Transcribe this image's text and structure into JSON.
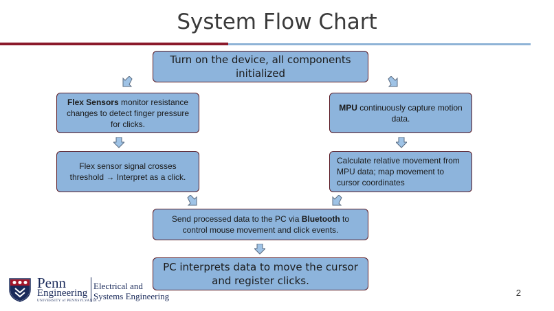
{
  "title": "System Flow Chart",
  "nodes": {
    "start": "Turn on the device, all components initialized",
    "flex": {
      "bold": "Flex Sensors",
      "text": " monitor resistance changes to detect finger pressure for clicks."
    },
    "mpu": {
      "bold": "MPU",
      "text": " continuously capture motion data."
    },
    "flex_threshold": "Flex sensor signal crosses threshold → Interpret as a click.",
    "calc": "Calculate relative movement from MPU data; map movement to cursor coordinates",
    "send": {
      "pre": "Send processed data to the PC via ",
      "bold": "Bluetooth",
      "post": " to control mouse movement and click events."
    },
    "pc": "PC interprets data to move the cursor and register clicks."
  },
  "footer": {
    "slide_number": "2",
    "logo_penn": "Penn",
    "logo_engineering": "Engineering",
    "logo_university": "UNIVERSITY of PENNSYLVANIA",
    "dept_line1": "Electrical and",
    "dept_line2": "Systems Engineering"
  },
  "colors": {
    "node_fill": "#8db4dc",
    "node_border": "#5a1a24",
    "rule_red": "#8b1a2b",
    "rule_blue": "#8fb3d6"
  },
  "icons": [
    "arrow-down-icon",
    "arrow-down-left-icon",
    "arrow-down-right-icon",
    "penn-shield-icon"
  ]
}
